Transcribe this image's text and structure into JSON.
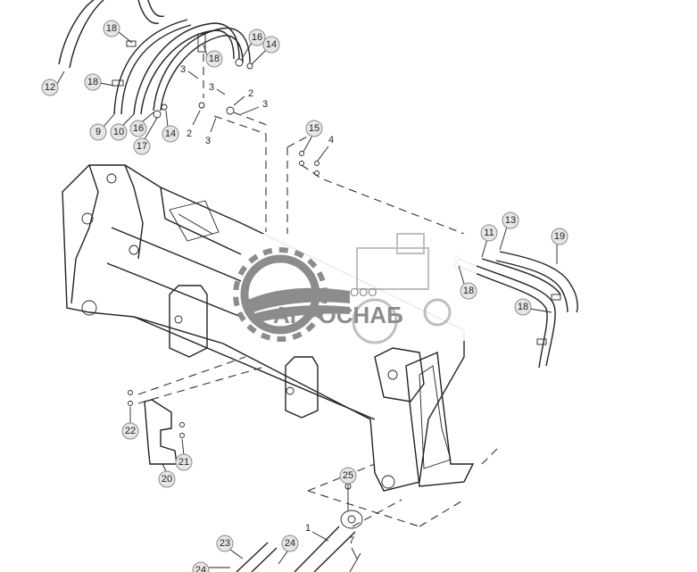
{
  "watermark": {
    "brand_prefix": "ООО",
    "brand_name": "АГРОСНАБ"
  },
  "callouts": [
    "12",
    "18",
    "18",
    "9",
    "10",
    "16",
    "17",
    "14",
    "16",
    "14",
    "18",
    "3",
    "3",
    "2",
    "3",
    "2",
    "3",
    "15",
    "4",
    "13",
    "11",
    "19",
    "18",
    "18",
    "22",
    "21",
    "20",
    "25",
    "1",
    "7",
    "23",
    "24",
    "24"
  ],
  "colors": {
    "line": "#222222",
    "callout_fill": "#e6e6e6",
    "callout_stroke": "#8a8a8a",
    "watermark": "#8c8c8c"
  }
}
